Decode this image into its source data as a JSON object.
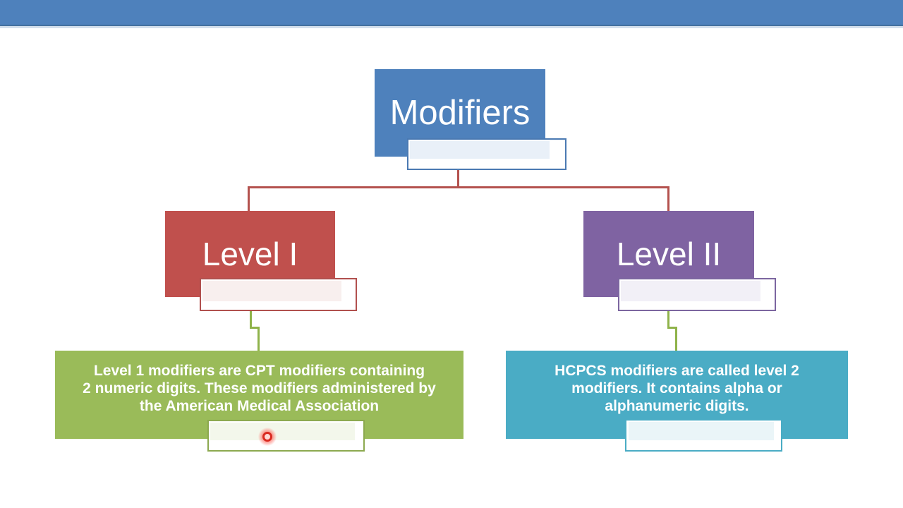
{
  "slide": {
    "top_bar_color": "#4e81bc",
    "background_color": "#ffffff"
  },
  "diagram": {
    "root": {
      "label": "Modifiers",
      "fill": "#4e81bc",
      "placeholder_border": "#4b7ab2",
      "placeholder_band": "#e9f0f8",
      "connector_color": "#b4524e"
    },
    "level1": {
      "label": "Level I",
      "fill": "#c0504d",
      "placeholder_border": "#b1504e",
      "description_fill": "#9abb59",
      "description_text": "Level 1 modifiers are CPT modifiers containing 2  numeric digits. These modifiers administered by the American Medical Association",
      "description_lines": [
        "Level 1 modifiers are CPT modifiers containing",
        "2  numeric digits. These modifiers administered by",
        "the American Medical Association"
      ]
    },
    "level2": {
      "label": "Level II",
      "fill": "#7f63a2",
      "placeholder_border": "#7c66a0",
      "description_fill": "#4aacc5",
      "description_text": "HCPCS modifiers are called level 2 modifiers. It contains alpha or alphanumeric digits.",
      "description_lines": [
        "HCPCS modifiers are called level 2",
        "modifiers. It contains alpha or",
        "alphanumeric digits."
      ]
    },
    "leaf_connector_color": "#8fb34a"
  },
  "pointer": {
    "type": "laser-dot",
    "color": "#d92a20"
  }
}
